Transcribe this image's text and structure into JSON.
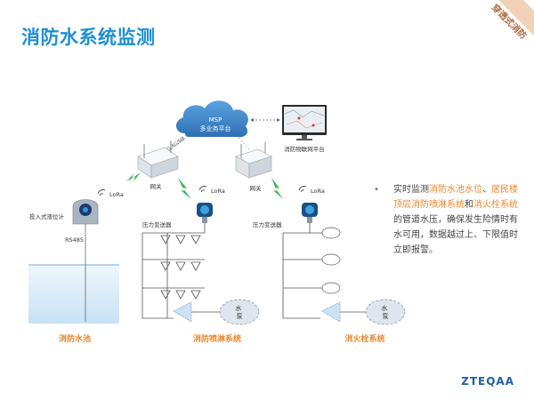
{
  "title": "消防水系统监测",
  "corner_badge": "穿透式消防",
  "brand": "ZTEQAA",
  "cloud": {
    "line1": "MSP",
    "line2": "多业务平台"
  },
  "platform_label": "消防物联网平台",
  "gateway_label": "网关",
  "net_label": "3G/4G/NB",
  "lora_label": "LoRa",
  "sensors": {
    "level_gauge": "投入式液位计",
    "rs485": "RS485",
    "pressure": "压力变送器"
  },
  "pump_text": "水\n泵",
  "sections": {
    "pool": "消防水池",
    "sprinkler": "消防喷淋系统",
    "hydrant": "消火栓系统"
  },
  "description": {
    "bullet": "•",
    "t1": "实时监测",
    "h1": "消防水池水位",
    "t2": "、",
    "h2": "居民楼顶层消防喷淋系统",
    "t3": "和",
    "h3": "消火栓系统",
    "t4": "的管道水压，确保发生险情时有水可用，数据越过上、下限值时立即报警。"
  },
  "colors": {
    "title": "#1e8fd6",
    "highlight": "#e8882e",
    "cloud": "#3b7fc4",
    "signal": "#2fb34a"
  }
}
